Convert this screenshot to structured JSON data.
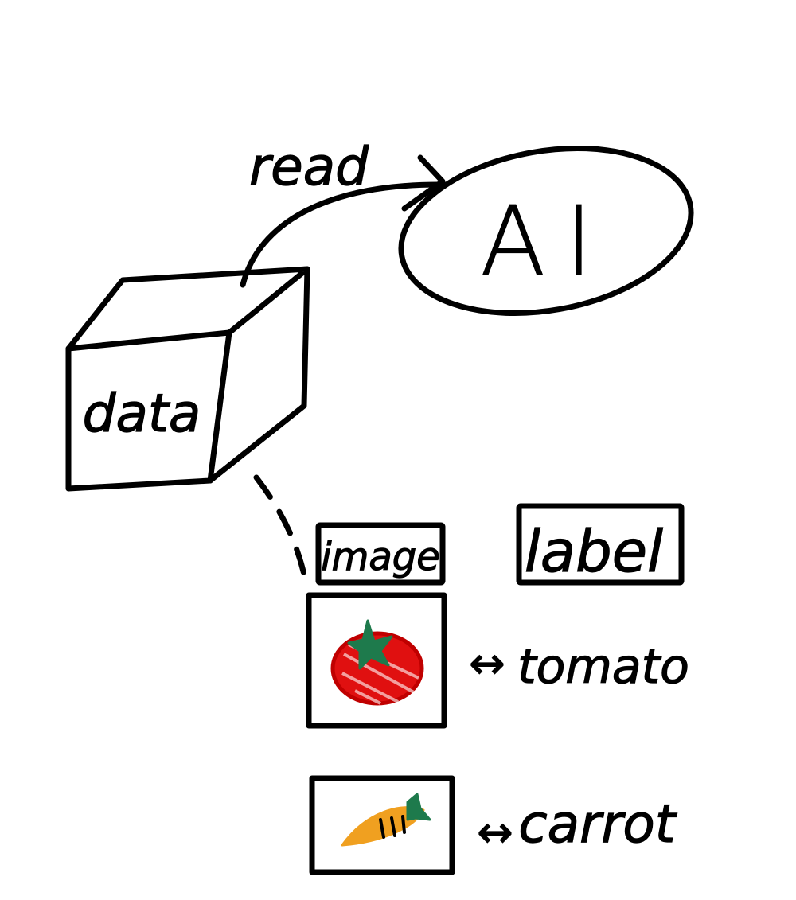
{
  "diagram": {
    "nodes": {
      "data": {
        "label": "data"
      },
      "ai": {
        "label": "AI"
      },
      "image_header": {
        "label": "image"
      },
      "label_header": {
        "label": "label"
      }
    },
    "edges": {
      "read": {
        "label": "read",
        "from": "data",
        "to": "ai",
        "style": "solid-arrow"
      },
      "link": {
        "from": "data",
        "to": "image_header",
        "style": "dashed"
      }
    },
    "rows": [
      {
        "icon": "tomato-icon",
        "label": "tomato",
        "connector": "↔"
      },
      {
        "icon": "carrot-icon",
        "label": "carrot",
        "connector": "↔"
      }
    ]
  },
  "colors": {
    "ink": "#000000",
    "tomato_red": "#e01010",
    "leaf_green": "#1e7a4c",
    "carrot_orange": "#f0a020"
  }
}
